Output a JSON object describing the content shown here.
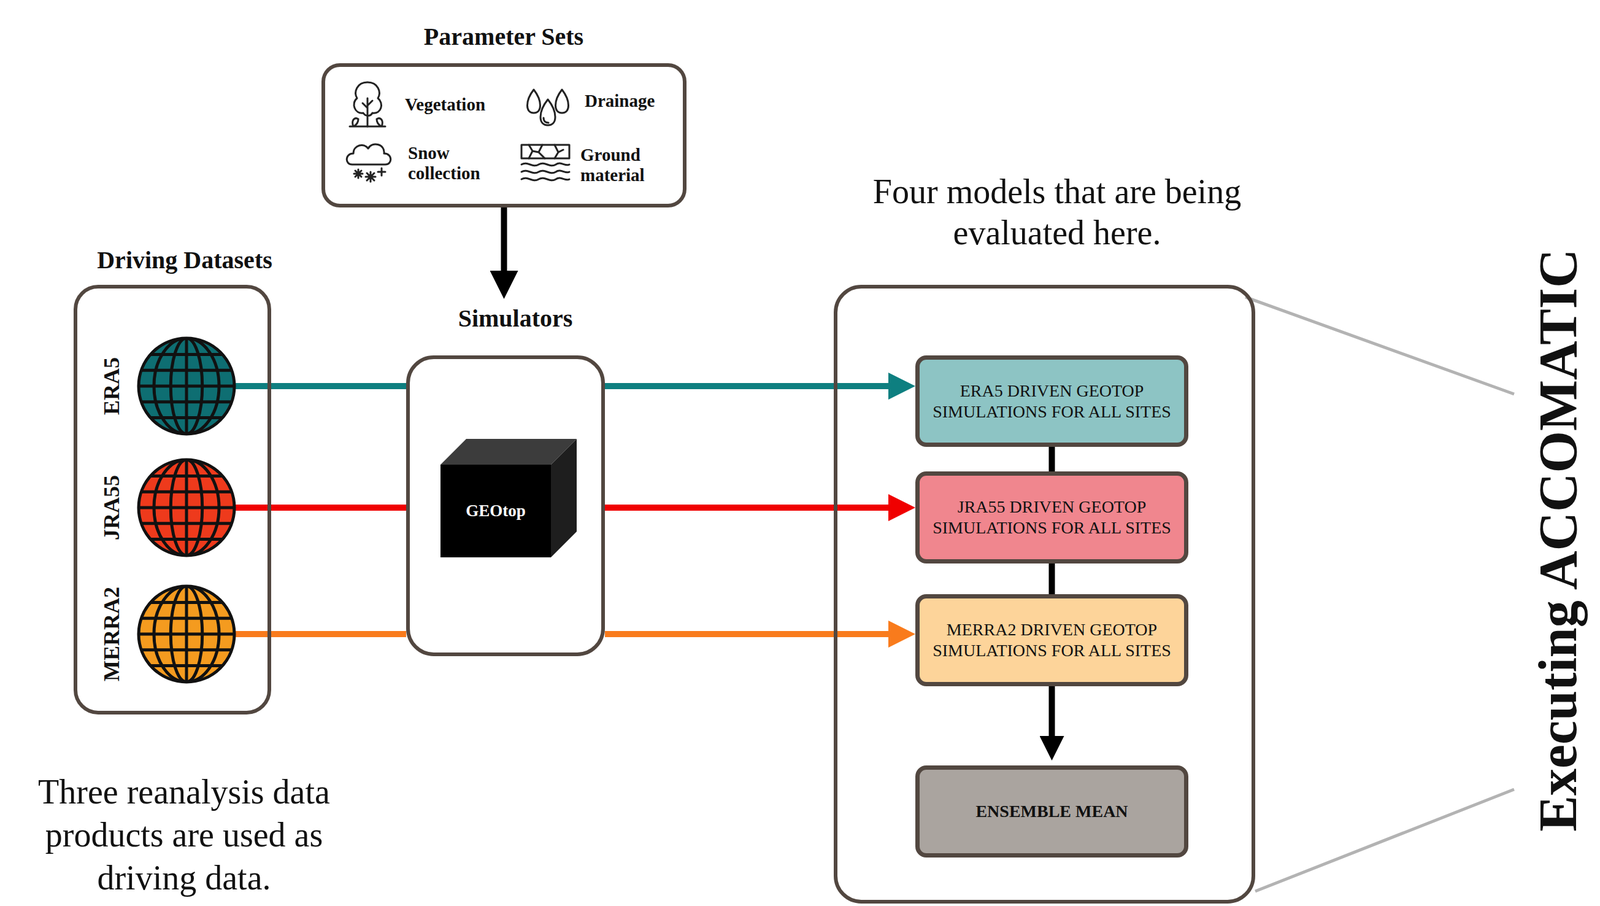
{
  "diagram": {
    "nodes": [
      {
        "text": [
          "Parameter Sets",
          "Vegetation",
          "Drainage",
          "Snow collection",
          "Ground material"
        ]
      },
      {
        "text": [
          "Driving Datasets",
          "ERA5",
          "JRA55",
          "MERRA2"
        ]
      },
      {
        "text": [
          "Simulators"
        ]
      },
      {
        "text": [
          "GEOtop"
        ],
        "in": 2
      },
      {
        "text": [
          "Four models that are being evaluated here."
        ]
      },
      {
        "text": [
          "ERA5 DRIVEN GEOTOP SIMULATIONS FOR ALL SITES"
        ],
        "in": 4
      },
      {
        "text": [
          "JRA55 DRIVEN GEOTOP SIMULATIONS FOR ALL SITES"
        ],
        "in": 4
      },
      {
        "text": [
          "MERRA2 DRIVEN GEOTOP SIMULATIONS FOR ALL SITES"
        ],
        "in": 4
      },
      {
        "text": [
          "ENSEMBLE MEAN"
        ],
        "in": 4
      }
    ],
    "edges": [
      {
        "from": 0,
        "to": 2,
        "arrow": "to"
      },
      {
        "from": 1,
        "to": 2,
        "arrow": "none"
      },
      {
        "from": 1,
        "to": 2,
        "arrow": "none"
      },
      {
        "from": 1,
        "to": 2,
        "arrow": "none"
      },
      {
        "from": 2,
        "to": 5,
        "arrow": "to"
      },
      {
        "from": 2,
        "to": 6,
        "arrow": "to"
      },
      {
        "from": 2,
        "to": 7,
        "arrow": "to"
      },
      {
        "from": 5,
        "to": 6,
        "arrow": "none"
      },
      {
        "from": 6,
        "to": 7,
        "arrow": "none"
      },
      {
        "from": 7,
        "to": 8,
        "arrow": "to"
      }
    ],
    "labels": [
      "Three reanalysis data products are used as driving data.",
      "Executing ACCOMATIC"
    ]
  }
}
